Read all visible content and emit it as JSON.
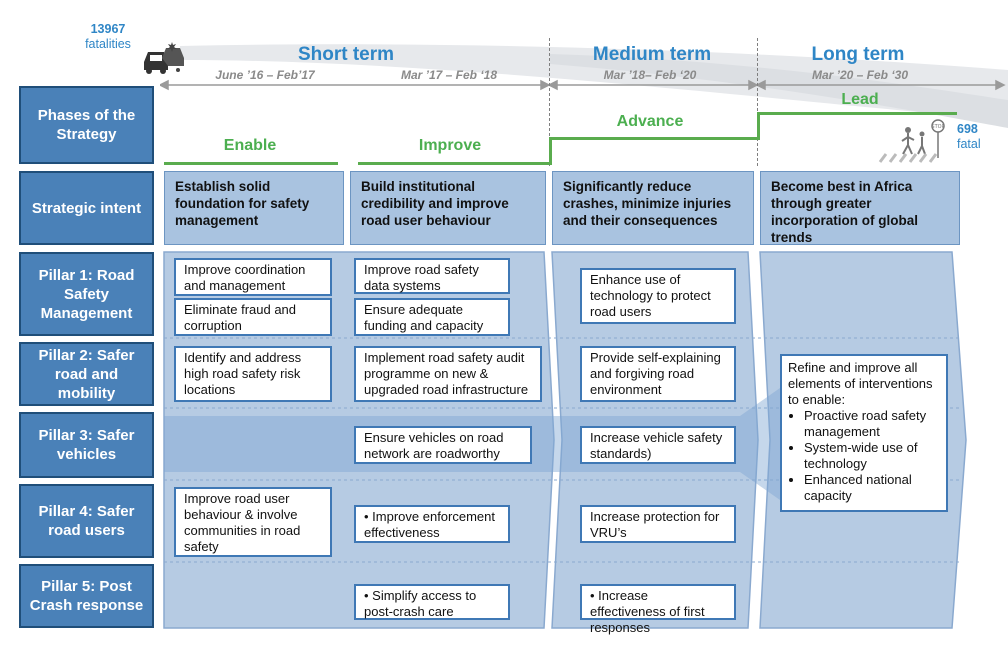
{
  "fatalities_start": {
    "value": "13967",
    "label": "fatalities"
  },
  "fatalities_end": {
    "value": "698",
    "label": "fatal"
  },
  "terms": [
    {
      "title": "Short term"
    },
    {
      "title": "Medium term",
      "dates": "Mar ’18– Feb ‘20"
    },
    {
      "title": "Long term",
      "dates": "Mar ’20 – Feb ‘30"
    }
  ],
  "short_dates": [
    "June ’16 – Feb’17",
    "Mar ’17 – Feb ‘18"
  ],
  "row_headers": {
    "phases": "Phases of the Strategy",
    "intent": "Strategic intent",
    "pillar1": "Pillar 1: Road Safety Management",
    "pillar2": "Pillar 2: Safer road and mobility",
    "pillar3": "Pillar 3: Safer vehicles",
    "pillar4": "Pillar 4: Safer road users",
    "pillar5": "Pillar 5: Post Crash response"
  },
  "phases": [
    "Enable",
    "Improve",
    "Advance",
    "Lead"
  ],
  "intents": [
    "Establish solid foundation for safety management",
    "Build institutional credibility and improve road user behaviour",
    "Significantly reduce crashes, minimize injuries and their consequences",
    "Become best in Africa through greater incorporation of global trends"
  ],
  "boxes": {
    "enable_p1a": "Improve coordination and management",
    "enable_p1b": "Eliminate fraud and corruption",
    "enable_p2": "Identify and address high road safety risk locations",
    "enable_p4": "Improve road user behaviour & involve communities in road safety",
    "improve_p1a": "Improve road safety data systems",
    "improve_p1b": "Ensure adequate funding and capacity",
    "improve_p2": "Implement road safety audit programme on new & upgraded road infrastructure",
    "improve_p3": "Ensure vehicles on road network are roadworthy",
    "improve_p4": "• Improve enforcement effectiveness",
    "improve_p5": "• Simplify access to post-crash care",
    "advance_p1": "Enhance use of technology to protect road users",
    "advance_p2": "Provide self-explaining and forgiving road environment",
    "advance_p3": "Increase vehicle safety standards)",
    "advance_p4": "Increase protection for VRU’s",
    "advance_p5": "• Increase effectiveness of first responses"
  },
  "lead_box": {
    "intro": "Refine and improve all elements of interventions to enable:",
    "items": [
      "Proactive road safety management",
      "System-wide use of technology",
      "Enhanced national capacity"
    ]
  },
  "colors": {
    "header_blue": "#4a81b8",
    "title_blue": "#2f86c6",
    "phase_green": "#4caf50",
    "panel": "#a9c3e0"
  }
}
